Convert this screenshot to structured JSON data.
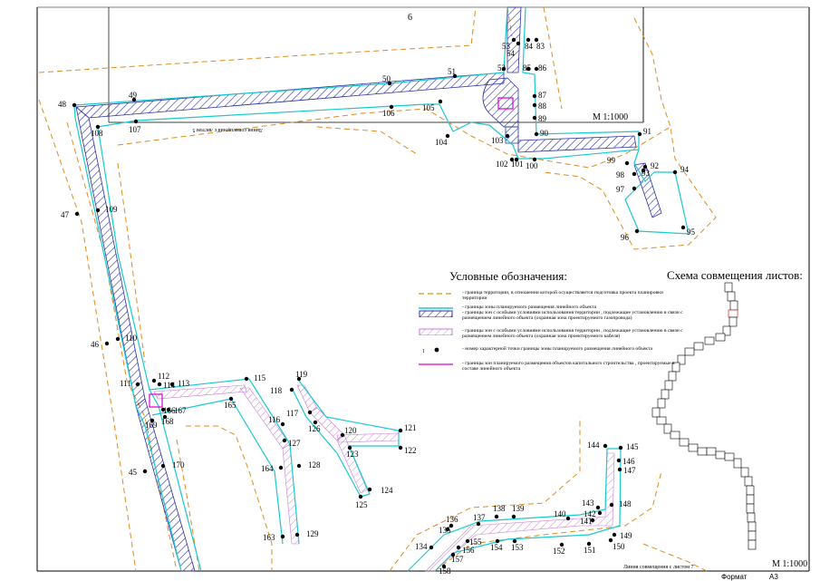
{
  "map": {
    "sheet_number": "6",
    "scale_top": "M 1:1000",
    "scale_bottom": "M 1:1000",
    "sheet_join_top": "Линия совмещения с листом 5",
    "sheet_join_bottom": "Линия совмещения с листом 7",
    "format_label": "Формат",
    "format_value": "А3",
    "colors": {
      "territory_boundary": "#e08a1e",
      "zone_boundary": "#19c9d3",
      "gas_protection_hatch": "#2b2f9e",
      "cable_protection_hatch": "#c77dd6",
      "capital_objects": "#d400d4"
    },
    "points": [
      {
        "label": "6"
      },
      {
        "label": "53"
      },
      {
        "label": "54"
      },
      {
        "label": "84"
      },
      {
        "label": "83"
      },
      {
        "label": "52"
      },
      {
        "label": "85"
      },
      {
        "label": "86"
      },
      {
        "label": "51"
      },
      {
        "label": "50"
      },
      {
        "label": "49"
      },
      {
        "label": "48"
      },
      {
        "label": "87"
      },
      {
        "label": "88"
      },
      {
        "label": "89"
      },
      {
        "label": "106"
      },
      {
        "label": "105"
      },
      {
        "label": "107"
      },
      {
        "label": "108"
      },
      {
        "label": "104"
      },
      {
        "label": "103"
      },
      {
        "label": "90"
      },
      {
        "label": "91"
      },
      {
        "label": "102"
      },
      {
        "label": "101"
      },
      {
        "label": "100"
      },
      {
        "label": "99"
      },
      {
        "label": "98"
      },
      {
        "label": "93"
      },
      {
        "label": "92"
      },
      {
        "label": "94"
      },
      {
        "label": "97"
      },
      {
        "label": "96"
      },
      {
        "label": "95"
      },
      {
        "label": "47"
      },
      {
        "label": "109"
      },
      {
        "label": "46"
      },
      {
        "label": "110"
      },
      {
        "label": "111"
      },
      {
        "label": "112"
      },
      {
        "label": "114"
      },
      {
        "label": "113"
      },
      {
        "label": "115"
      },
      {
        "label": "165"
      },
      {
        "label": "166"
      },
      {
        "label": "167"
      },
      {
        "label": "168"
      },
      {
        "label": "169"
      },
      {
        "label": "118"
      },
      {
        "label": "119"
      },
      {
        "label": "117"
      },
      {
        "label": "116"
      },
      {
        "label": "126"
      },
      {
        "label": "127"
      },
      {
        "label": "120"
      },
      {
        "label": "121"
      },
      {
        "label": "122"
      },
      {
        "label": "123"
      },
      {
        "label": "124"
      },
      {
        "label": "125"
      },
      {
        "label": "45"
      },
      {
        "label": "170"
      },
      {
        "label": "164"
      },
      {
        "label": "128"
      },
      {
        "label": "163"
      },
      {
        "label": "129"
      },
      {
        "label": "144"
      },
      {
        "label": "145"
      },
      {
        "label": "146"
      },
      {
        "label": "147"
      },
      {
        "label": "143"
      },
      {
        "label": "148"
      },
      {
        "label": "142"
      },
      {
        "label": "141"
      },
      {
        "label": "140"
      },
      {
        "label": "139"
      },
      {
        "label": "138"
      },
      {
        "label": "137"
      },
      {
        "label": "136"
      },
      {
        "label": "135"
      },
      {
        "label": "155"
      },
      {
        "label": "154"
      },
      {
        "label": "153"
      },
      {
        "label": "152"
      },
      {
        "label": "151"
      },
      {
        "label": "150"
      },
      {
        "label": "149"
      },
      {
        "label": "156"
      },
      {
        "label": "157"
      },
      {
        "label": "134"
      },
      {
        "label": "158"
      }
    ]
  },
  "legend": {
    "title": "Условные обозначения:",
    "items": [
      {
        "text": "- граница территории, в отношении которой осуществляется подготовка проекта планировки территории"
      },
      {
        "text": "- границы зоны планируемого размещения линейного объекта"
      },
      {
        "text": "- границы зон с особыми условиями использования территории , подлежащие установлению в связи с размещением линейного объекта (охранная зона проектируемого газопровода)"
      },
      {
        "text": "- границы зон с особыми условиями использования территории , подлежащие установлению в связи с размещением линейного объекта (охранная зона проектируемого кабеля)"
      },
      {
        "text": "- номер характерной точки границы зоны планируемого размещения линейного объекта",
        "sample": "1"
      },
      {
        "text": "- границы зон планируемого размещения объектов капитального строительства , проектируемые в составе линейного объекта"
      }
    ]
  },
  "scheme": {
    "title": "Схема совмещения листов:"
  }
}
